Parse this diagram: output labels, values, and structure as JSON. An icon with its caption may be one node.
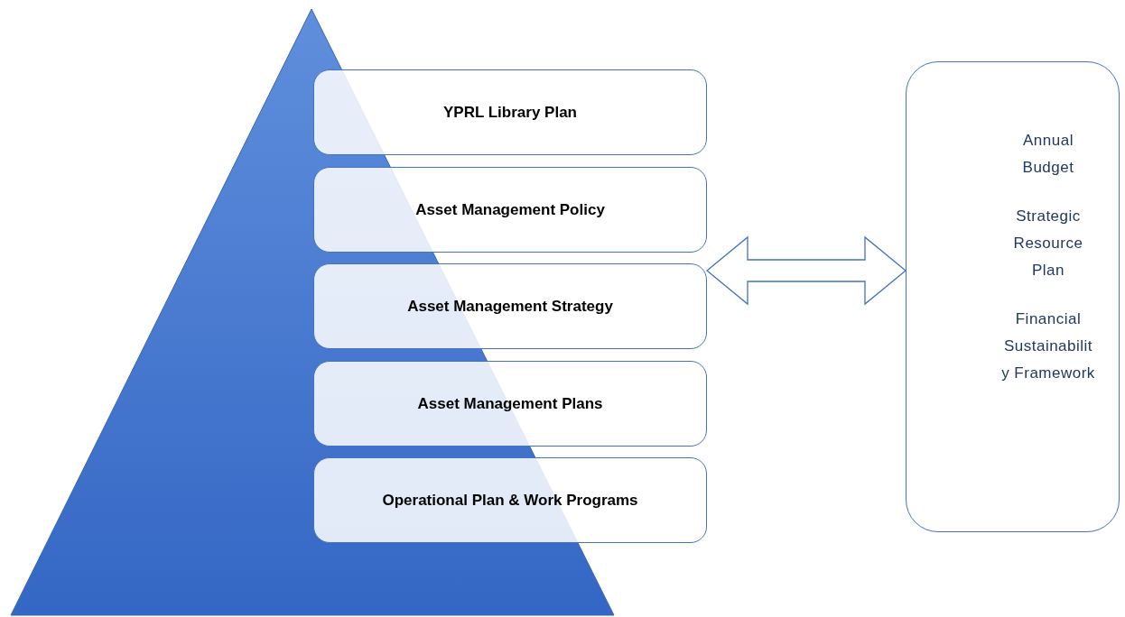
{
  "diagram": {
    "nodes": [
      {
        "text": [
          "YPRL Library Plan"
        ]
      },
      {
        "text": [
          "Asset Management Policy"
        ]
      },
      {
        "text": [
          "Asset Management Strategy"
        ]
      },
      {
        "text": [
          "Asset Management Plans"
        ]
      },
      {
        "text": [
          "Operational Plan & Work Programs"
        ]
      },
      {
        "text": [
          "Annual Budget",
          "Strategic Resource Plan",
          "Financial Sustainability Framework"
        ]
      }
    ],
    "edges": [
      {
        "from": 2,
        "to": 5,
        "arrow": "both"
      }
    ]
  }
}
